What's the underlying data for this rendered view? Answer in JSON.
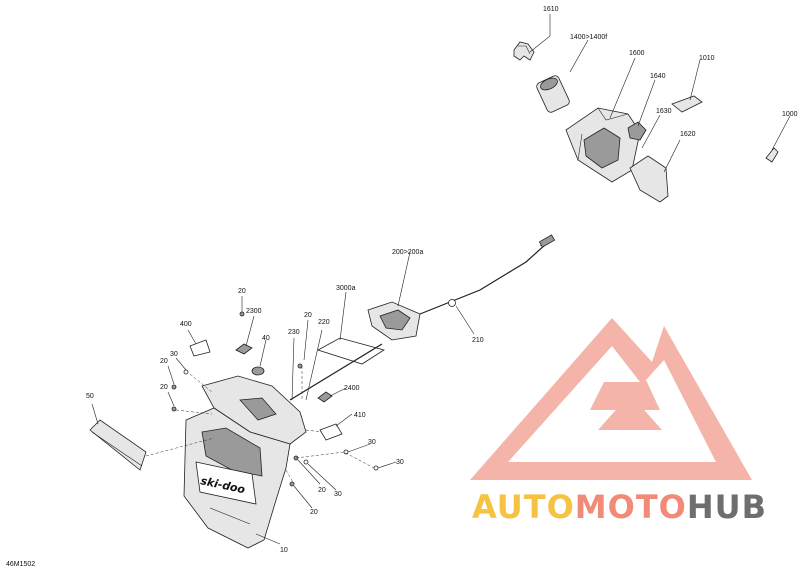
{
  "diagram_code": "46M1502",
  "watermark": {
    "word_a": "AUTO",
    "word_b": "MOTO",
    "word_c": "HUB",
    "color_a": "#f5c242",
    "color_b": "#f28a78",
    "color_c": "#6e6e6e",
    "emblem_color": "#f4a79b"
  },
  "callouts": {
    "c1610": "1610",
    "c1400": "1400>1400f",
    "c1600": "1600",
    "c1010": "1010",
    "c1640": "1640",
    "c1630": "1630",
    "c1000": "1000",
    "c1620": "1620",
    "c200": "200>200a",
    "c210": "210",
    "c3000": "3000a",
    "c20a": "20",
    "c2300": "2300",
    "c400": "400",
    "c230": "230",
    "c20b": "20",
    "c220": "220",
    "c40": "40",
    "c30a": "30",
    "c20c": "20",
    "c20d": "20",
    "c2400": "2400",
    "c50": "50",
    "c410": "410",
    "c30b": "30",
    "c30c": "30",
    "c20e": "20",
    "c30d": "30",
    "c20f": "20",
    "c10": "10"
  }
}
